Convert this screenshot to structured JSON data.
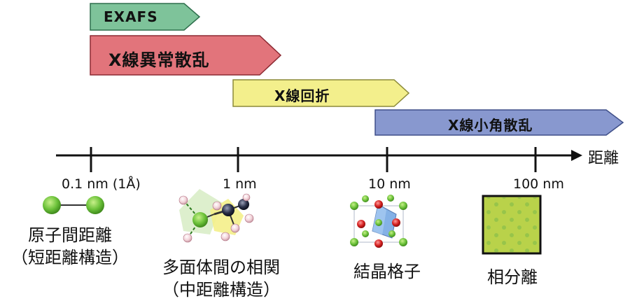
{
  "techniques": [
    {
      "label": "EXAFS",
      "color": "#7ec39a"
    },
    {
      "label": "X線異常散乱",
      "color": "#e2747b"
    },
    {
      "label": "X線回折",
      "color": "#f3ef8c"
    },
    {
      "label": "X線小角散乱",
      "color": "#8898cf"
    }
  ],
  "axis": {
    "name": "距離",
    "ticks": [
      "0.1 nm (1Å)",
      "1 nm",
      "10 nm",
      "100 nm"
    ]
  },
  "structures": [
    {
      "title": "原子間距離",
      "subtitle": "（短距離構造）",
      "icon": "atom-pair-icon"
    },
    {
      "title": "多面体間の相関",
      "subtitle": "（中距離構造）",
      "icon": "polyhedra-icon"
    },
    {
      "title": "結晶格子",
      "subtitle": "",
      "icon": "crystal-lattice-icon"
    },
    {
      "title": "相分離",
      "subtitle": "",
      "icon": "phase-separation-icon"
    }
  ]
}
